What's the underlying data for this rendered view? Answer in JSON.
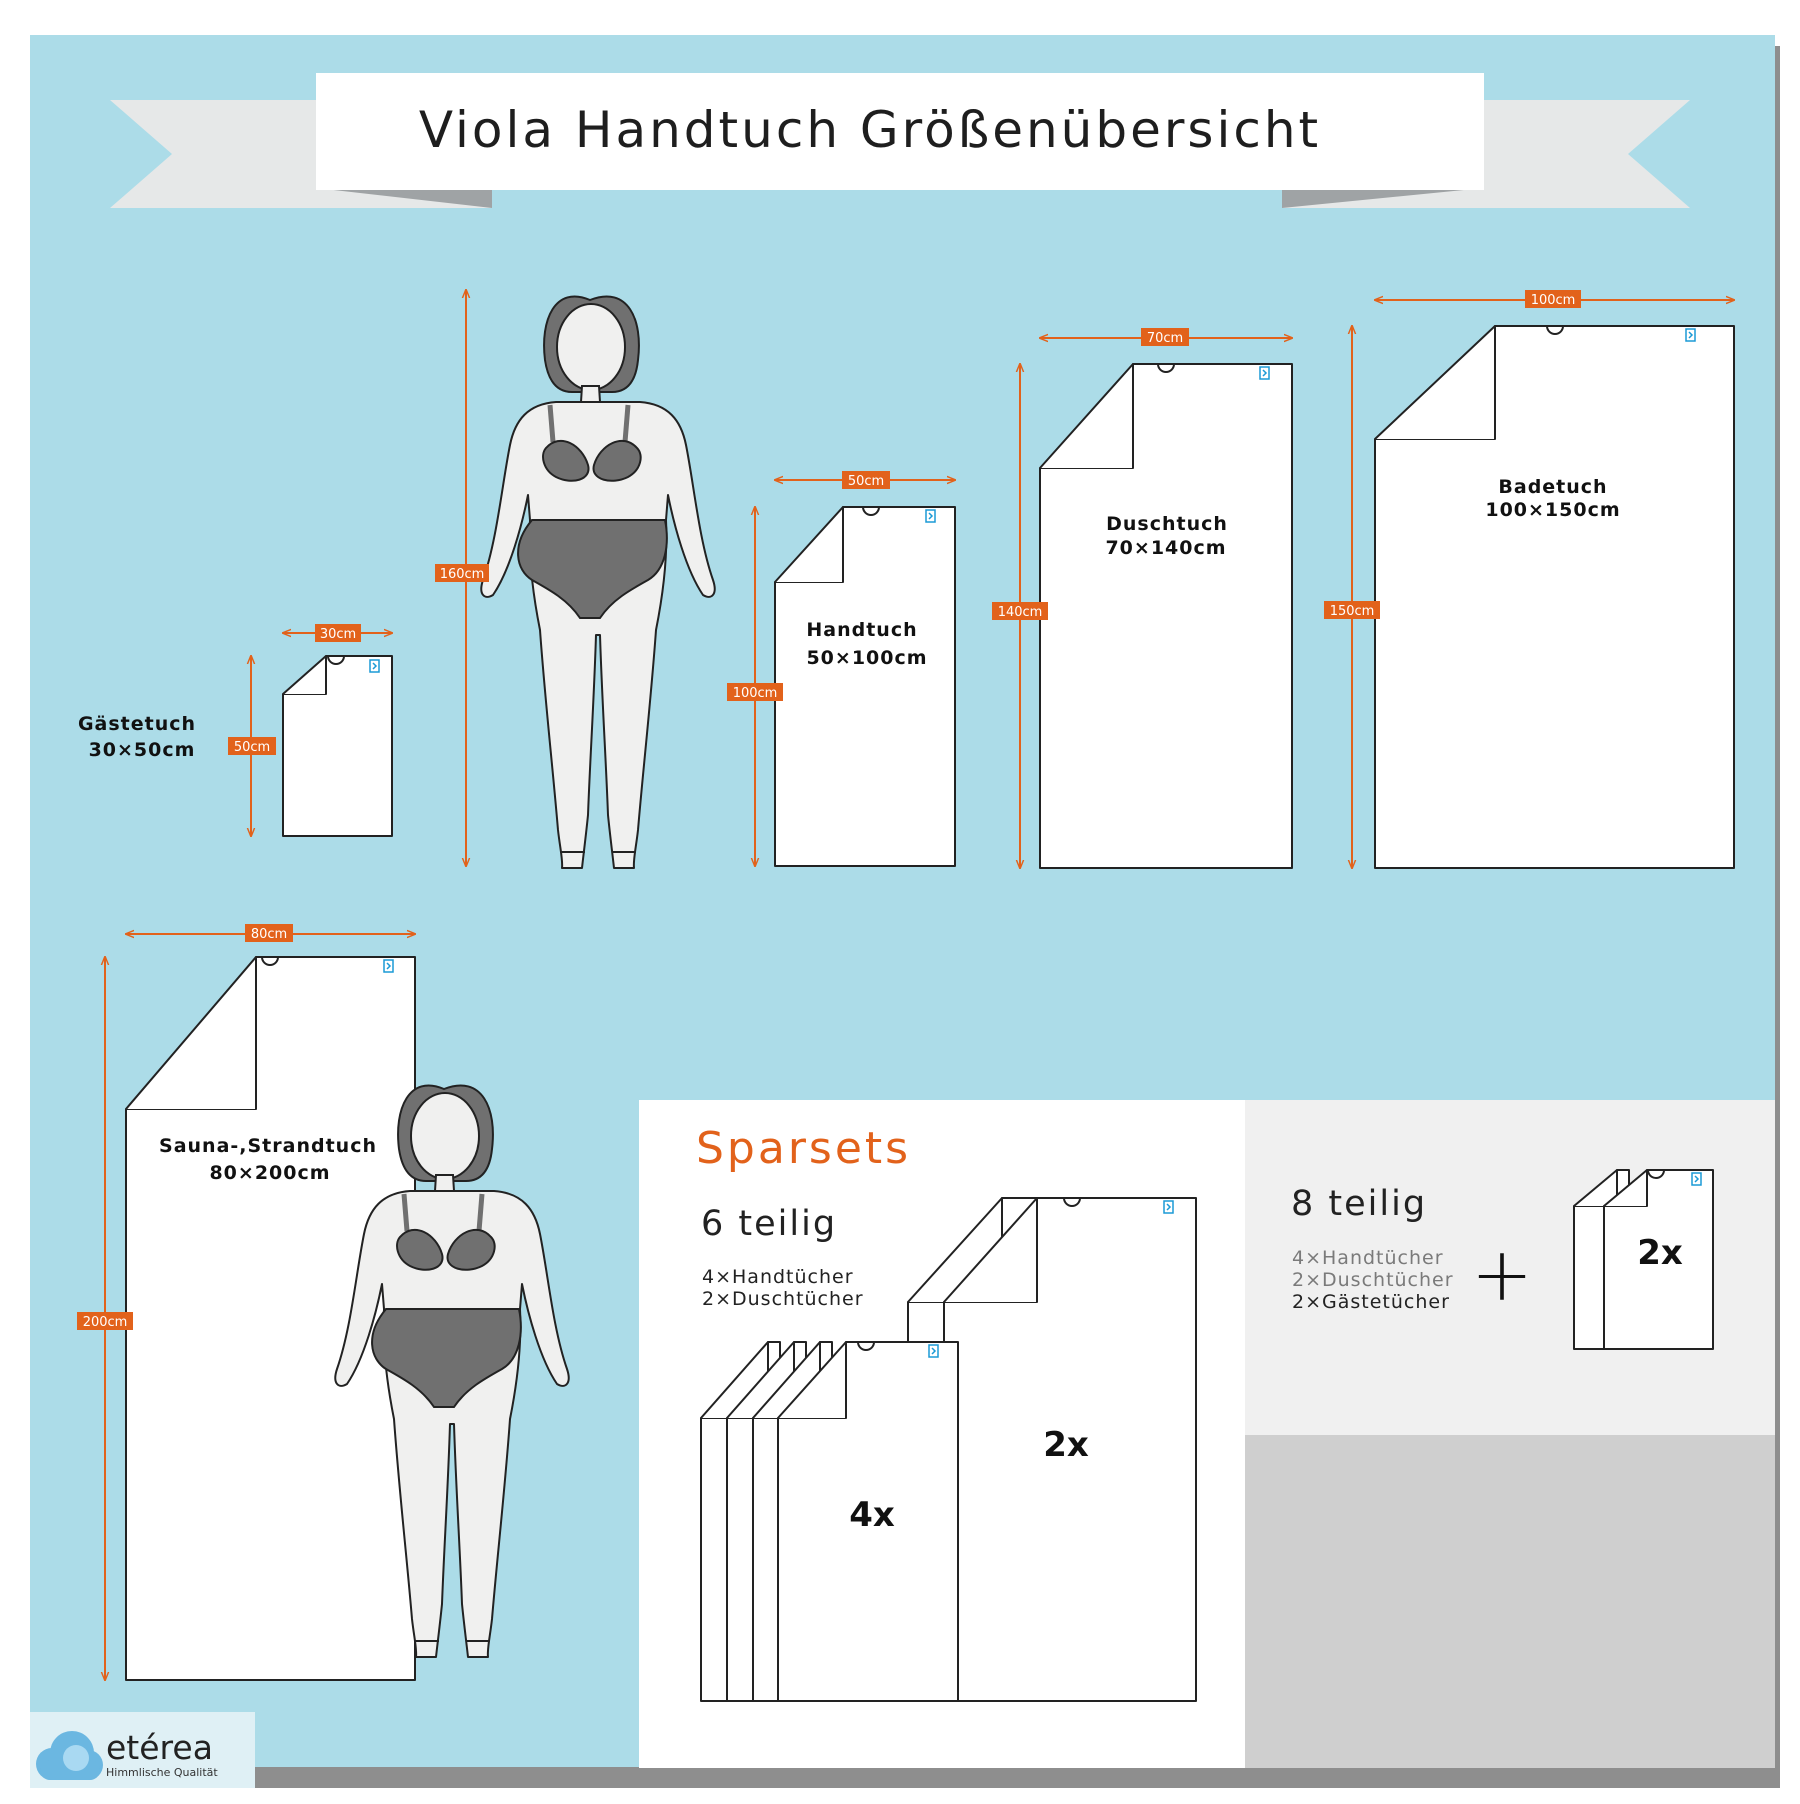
{
  "title": "Viola Handtuch Größenübersicht",
  "colors": {
    "background": "#acdce8",
    "accent": "#e2621b",
    "ribbon": "#e6e8e8",
    "figure_dark": "#707070",
    "figure_light": "#f0f0ef"
  },
  "towels": [
    {
      "name": "Gästetuch",
      "size": "30×50cm",
      "width_label": "30cm",
      "height_label": "50cm"
    },
    {
      "name": "Handtuch",
      "size": "50×100cm",
      "width_label": "50cm",
      "height_label": "100cm"
    },
    {
      "name": "Duschtuch",
      "size": "70×140cm",
      "width_label": "70cm",
      "height_label": "140cm"
    },
    {
      "name": "Badetuch",
      "size": "100×150cm",
      "width_label": "100cm",
      "height_label": "150cm"
    },
    {
      "name": "Sauna-,Strandtuch",
      "size": "80×200cm",
      "width_label": "80cm",
      "height_label": "200cm"
    }
  ],
  "person": {
    "height_label": "160cm"
  },
  "sets": {
    "heading": "Sparsets",
    "six": {
      "title": "6 teilig",
      "items": [
        "4×Handtücher",
        "2×Duschtücher"
      ],
      "count_small": "4x",
      "count_large": "2x"
    },
    "eight": {
      "title": "8 teilig",
      "items": [
        "4×Handtücher",
        "2×Duschtücher",
        "2×Gästetücher"
      ],
      "plus": "+",
      "count": "2x"
    }
  },
  "brand": {
    "name": "etérea",
    "tagline": "Himmlische Qualität",
    "icon": "cloud-icon"
  }
}
